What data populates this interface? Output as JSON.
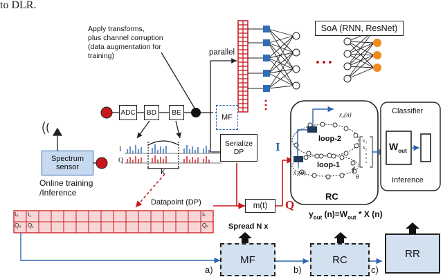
{
  "caption_fragment": "to DLR.",
  "annotation_transforms": [
    "Apply transforms,",
    "plus channel corruption",
    "(data augmentation for",
    "training)"
  ],
  "labels": {
    "parallel": "parallel",
    "soa": "SoA (RNN, ResNet)",
    "adc": "ADC",
    "bd": "BD",
    "be": "BE",
    "mf_block": "MF",
    "serialize": [
      "Serialize",
      "DP"
    ],
    "spectrum_sensor": [
      "Spectrum",
      "sensor"
    ],
    "online_training": [
      "Online training",
      "/Inference"
    ],
    "iq_i": "I",
    "iq_q": "Q",
    "k": "k",
    "datapoint": "Datapoint (DP)",
    "mt": "m(t)",
    "spread": "Spread N x",
    "i_big": "I",
    "q_big": "Q",
    "rc_title": "RC",
    "loop2": "loop-2",
    "loop1": "loop-1",
    "x2n": "x₂(n)",
    "x1n": "x₁(n)",
    "theta": "θ",
    "x1": "x₁",
    "x2": "x₂",
    "classifier": "Classifier",
    "wout": "W",
    "wout_sub": "out",
    "inference": "Inference",
    "yout_eq": [
      "y",
      "out",
      " (n)=W",
      "out",
      " * X (n)"
    ],
    "bottom_mf": "MF",
    "bottom_rc": "RC",
    "bottom_rr": "RR",
    "stage_a": "a)",
    "stage_b": "b)",
    "stage_c": "c)",
    "grid_cells": [
      "I₀",
      "I₁",
      "Q₀",
      "Q₁",
      "Iₖ",
      "Qₖ"
    ]
  },
  "colors": {
    "accent_red": "#c8171c",
    "accent_blue": "#2c63b0",
    "node_orange": "#f08a1c",
    "node_blue": "#2f6db5",
    "node_dark": "#1f3a5a",
    "grid_fill": "#f9d6d6",
    "box_fill": "#d2e0f0"
  }
}
